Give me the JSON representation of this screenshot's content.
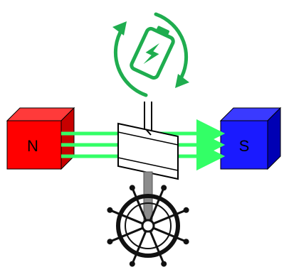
{
  "magnets": {
    "north": {
      "label": "N",
      "color": "#ff0000",
      "side_color": "#c80000",
      "top_color": "#ff3a3a"
    },
    "south": {
      "label": "S",
      "color": "#1a1aff",
      "side_color": "#0000b4",
      "top_color": "#3a3aff"
    }
  },
  "field_lines": {
    "count": 3,
    "color": "#33ff66"
  },
  "recycle_icon": {
    "icon": "recycle-battery-icon",
    "color": "#1fad4f"
  },
  "shaft": {
    "color": "#8c8c8c"
  },
  "helm": {
    "icon": "ship-wheel-icon",
    "color": "#111111"
  }
}
